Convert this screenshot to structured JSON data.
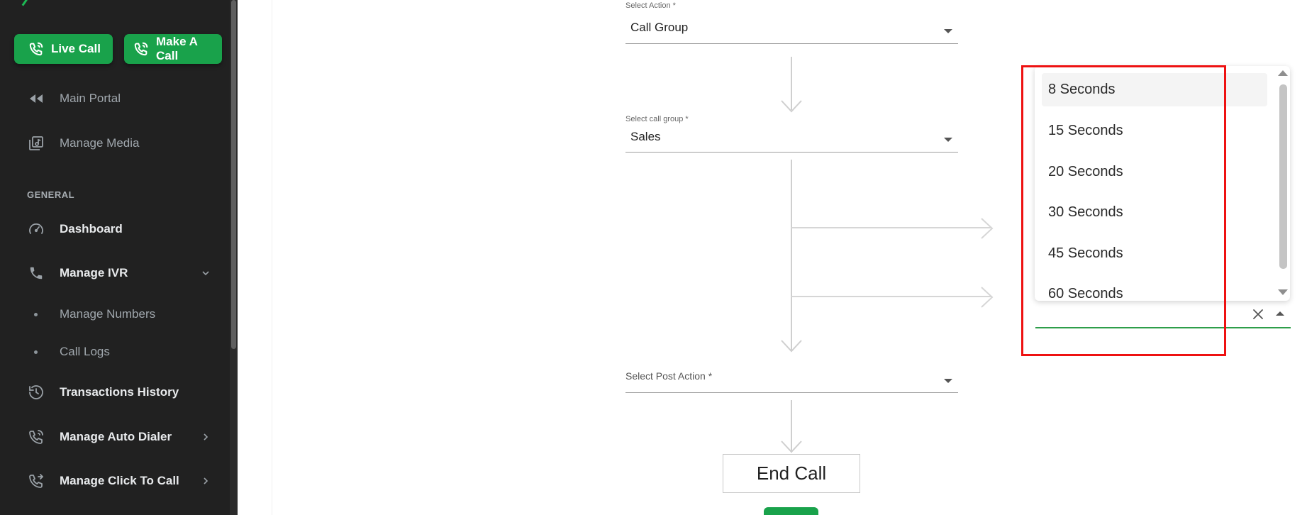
{
  "sidebar": {
    "live_call_label": "Live Call",
    "make_call_label": "Make A Call",
    "top_items": [
      {
        "label": "Main Portal"
      },
      {
        "label": "Manage Media"
      }
    ],
    "section_title": "GENERAL",
    "items": [
      {
        "label": "Dashboard"
      },
      {
        "label": "Manage IVR"
      },
      {
        "label": "Transactions History"
      },
      {
        "label": "Manage Auto Dialer"
      },
      {
        "label": "Manage Click To Call"
      }
    ],
    "subitems": [
      {
        "label": "Manage Numbers"
      },
      {
        "label": "Call Logs"
      }
    ]
  },
  "flow": {
    "select_action": {
      "label": "Select Action *",
      "value": "Call Group"
    },
    "select_call_group": {
      "label": "Select call group *",
      "value": "Sales"
    },
    "select_post_action": {
      "label": "Select Post Action *",
      "value": ""
    },
    "end_call_label": "End Call"
  },
  "dropdown": {
    "options": [
      "8 Seconds",
      "15 Seconds",
      "20 Seconds",
      "30 Seconds",
      "45 Seconds",
      "60 Seconds"
    ],
    "highlighted": "8 Seconds",
    "input_value": ""
  },
  "colors": {
    "sidebar_bg": "#212121",
    "accent_green": "#19a24b",
    "highlight_red": "#ee1111",
    "focus_green": "#2e9e4a"
  }
}
